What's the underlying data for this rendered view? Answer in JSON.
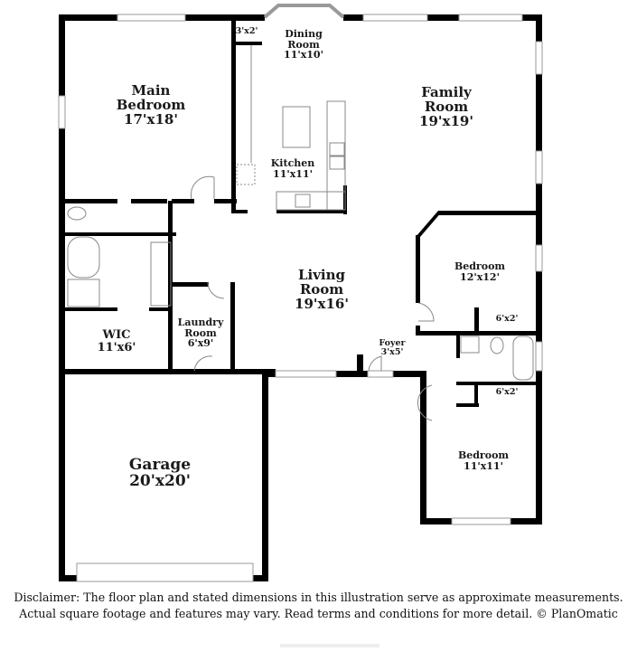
{
  "floor_plan": {
    "rooms": [
      {
        "id": "main-bedroom",
        "name_lines": [
          "Main",
          "Bedroom"
        ],
        "dimensions": "17'x18'"
      },
      {
        "id": "dining-room",
        "name_lines": [
          "Dining",
          "Room"
        ],
        "dimensions": "11'x10'"
      },
      {
        "id": "family-room",
        "name_lines": [
          "Family",
          "Room"
        ],
        "dimensions": "19'x19'"
      },
      {
        "id": "kitchen",
        "name_lines": [
          "Kitchen"
        ],
        "dimensions": "11'x11'"
      },
      {
        "id": "living-room",
        "name_lines": [
          "Living",
          "Room"
        ],
        "dimensions": "19'x16'"
      },
      {
        "id": "bedroom-2",
        "name_lines": [
          "Bedroom"
        ],
        "dimensions": "12'x12'"
      },
      {
        "id": "bedroom-3",
        "name_lines": [
          "Bedroom"
        ],
        "dimensions": "11'x11'"
      },
      {
        "id": "wic",
        "name_lines": [
          "WIC"
        ],
        "dimensions": "11'x6'"
      },
      {
        "id": "laundry-room",
        "name_lines": [
          "Laundry",
          "Room"
        ],
        "dimensions": "6'x9'"
      },
      {
        "id": "foyer",
        "name_lines": [
          "Foyer"
        ],
        "dimensions": "3'x5'"
      },
      {
        "id": "garage",
        "name_lines": [
          "Garage"
        ],
        "dimensions": "20'x20'"
      },
      {
        "id": "pantry-closet",
        "name_lines": [],
        "dimensions": "3'x2'"
      },
      {
        "id": "closet-bedroom-2",
        "name_lines": [],
        "dimensions": "6'x2'"
      },
      {
        "id": "closet-bedroom-3",
        "name_lines": [],
        "dimensions": "6'x2'"
      }
    ],
    "colors": {
      "wall": "#000000",
      "window": "#c8c8c8",
      "fixture_line": "#888888",
      "background": "#ffffff"
    }
  },
  "disclaimer": {
    "line1": "Disclaimer: The floor plan and stated dimensions in this illustration serve as approximate measurements.",
    "line2": "Actual square footage and features may vary. Read terms and conditions for more detail. © PlanOmatic"
  }
}
